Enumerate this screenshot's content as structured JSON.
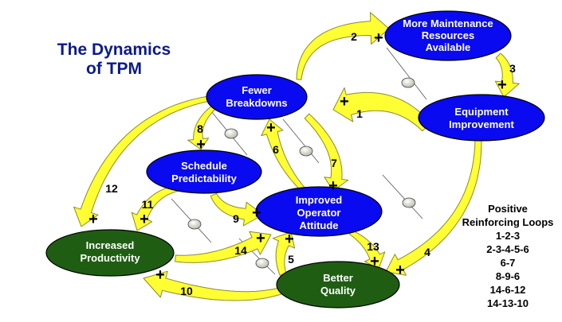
{
  "title": {
    "line1": "The Dynamics",
    "line2": "of TPM"
  },
  "nodes": {
    "fewer_breakdowns": [
      "Fewer",
      "Breakdowns"
    ],
    "more_maintenance": [
      "More Maintenance",
      "Resources",
      "Available"
    ],
    "equipment_improvement": [
      "Equipment",
      "Improvement"
    ],
    "schedule_predictability": [
      "Schedule",
      "Predictability"
    ],
    "improved_operator_attitude": [
      "Improved",
      "Operator",
      "Attitude"
    ],
    "increased_productivity": [
      "Increased",
      "Productivity"
    ],
    "better_quality": [
      "Better",
      "Quality"
    ]
  },
  "links": [
    {
      "number": "1",
      "polarity": "+"
    },
    {
      "number": "2",
      "polarity": "+"
    },
    {
      "number": "3",
      "polarity": "+"
    },
    {
      "number": "4",
      "polarity": "+"
    },
    {
      "number": "5",
      "polarity": "+"
    },
    {
      "number": "6",
      "polarity": "+"
    },
    {
      "number": "7",
      "polarity": "+"
    },
    {
      "number": "8",
      "polarity": "+"
    },
    {
      "number": "9",
      "polarity": "+"
    },
    {
      "number": "10",
      "polarity": "+"
    },
    {
      "number": "11",
      "polarity": "+"
    },
    {
      "number": "12",
      "polarity": "+"
    },
    {
      "number": "13",
      "polarity": "+"
    },
    {
      "number": "14",
      "polarity": "+"
    }
  ],
  "legend": {
    "title": [
      "Positive",
      "Reinforcing Loops"
    ],
    "loops": [
      "1-2-3",
      "2-3-4-5-6",
      "6-7",
      "8-9-6",
      "14-6-12",
      "14-13-10"
    ]
  },
  "colors": {
    "title": "#0b1a8c",
    "blue_node": "#0a0af0",
    "green_node": "#1f5e12",
    "arrow_fill": "#ffff33",
    "arrow_stroke": "#8a8a30"
  }
}
